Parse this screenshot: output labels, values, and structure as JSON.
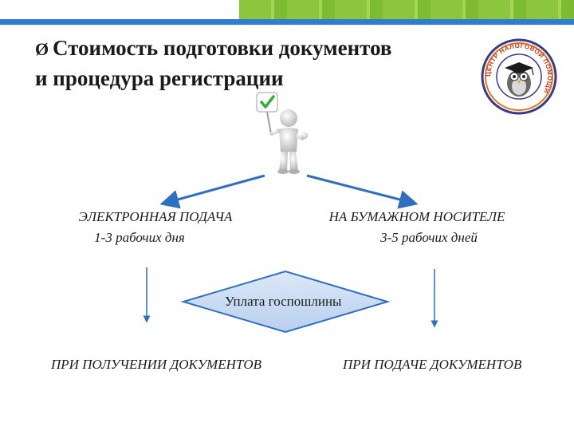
{
  "title": {
    "bullet": "Ø",
    "line1": "Стоимость подготовки документов",
    "line2": "и процедура регистрации"
  },
  "logo": {
    "icon": "owl-graduate-emblem",
    "text": "ЦЕНТР НАЛОГОВОЙ ПОМОЩИ"
  },
  "person": {
    "icon": "person-holding-checkmark-sign"
  },
  "branches": {
    "left": {
      "heading": "ЭЛЕКТРОННАЯ ПОДАЧА",
      "duration": "1-3 рабочих дня"
    },
    "right": {
      "heading": "НА БУМАЖНОМ НОСИТЕЛЕ",
      "duration": "3-5 рабочих дней"
    }
  },
  "fee": {
    "label": "Уплата госпошлины"
  },
  "outcomes": {
    "left": "ПРИ ПОЛУЧЕНИИ ДОКУМЕНТОВ",
    "right": "ПРИ ПОДАЧЕ ДОКУМЕНТОВ"
  },
  "colors": {
    "arrow": "#2e6fc0",
    "diamond_fill": "#c9dcf3",
    "diamond_stroke": "#2e6fc0",
    "top_bar_blue": "#2e7ed0",
    "top_bar_green": "#8cc63f"
  }
}
